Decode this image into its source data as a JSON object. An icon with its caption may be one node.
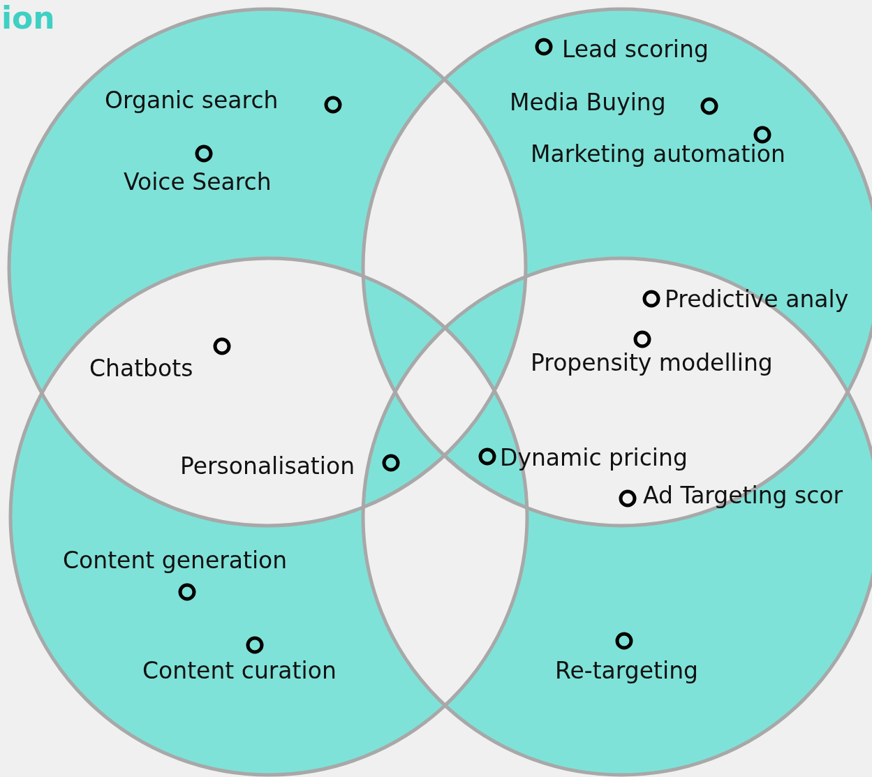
{
  "diagram": {
    "nodes": [
      {
        "text": [],
        "shape": "circle"
      },
      {
        "text": [],
        "shape": "circle"
      },
      {
        "text": [],
        "shape": "circle"
      },
      {
        "text": [],
        "shape": "circle"
      }
    ],
    "labels": [
      "ion",
      "Organic search",
      "Voice Search",
      "Lead scoring",
      "Media Buying",
      "Marketing automation",
      "Predictive analy",
      "Chatbots",
      "Propensity modelling",
      "Personalisation",
      "Dynamic pricing",
      "Ad Targeting scor",
      "Content generation",
      "Content curation",
      "Re-targeting"
    ]
  }
}
